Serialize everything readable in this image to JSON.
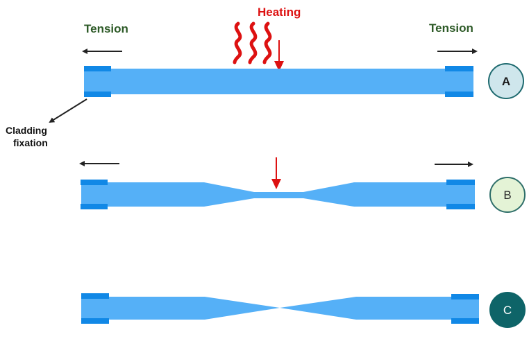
{
  "labels": {
    "tension_left": "Tension",
    "tension_right": "Tension",
    "heating": "Heating",
    "cladding_line1": "Cladding",
    "cladding_line2": "fixation"
  },
  "stages": [
    {
      "label": "A",
      "fill": "#cfe6ec",
      "stroke": "#1f6b70",
      "text_color": "#1a1a1a"
    },
    {
      "label": "B",
      "fill": "#e4f3d6",
      "stroke": "#2f6f6a",
      "text_color": "#2b2b2b"
    },
    {
      "label": "C",
      "fill": "#0e6468",
      "stroke": "#0e6468",
      "text_color": "#ffffff"
    }
  ],
  "colors": {
    "fiber": "#55b0f7",
    "clamp": "#1188e6",
    "tension_text": "#2d5a27",
    "heating": "#dd1111",
    "arrow": "#222222"
  }
}
